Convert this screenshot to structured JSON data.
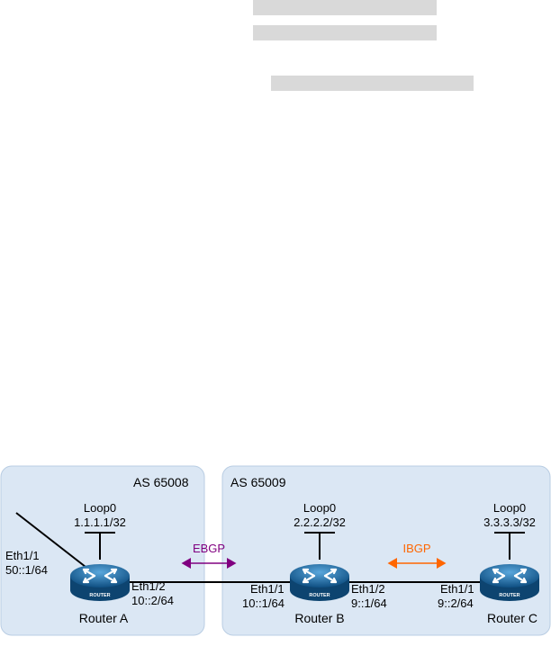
{
  "colors": {
    "as_fill": "#dbe7f4",
    "as_stroke": "#b9cde3",
    "ebgp": "#800080",
    "ibgp": "#ff6600",
    "router_fill": "#1f6fa8",
    "line": "#000000",
    "redaction": "#d9d9d9"
  },
  "diagram": {
    "as_a": {
      "label": "AS 65008"
    },
    "as_b": {
      "label": "AS 65009"
    },
    "routers": {
      "a": {
        "name": "Router A",
        "loop_name": "Loop0",
        "loop_ip": "1.1.1.1/32",
        "badge": "ROUTER"
      },
      "b": {
        "name": "Router B",
        "loop_name": "Loop0",
        "loop_ip": "2.2.2.2/32",
        "badge": "ROUTER"
      },
      "c": {
        "name": "Router C",
        "loop_name": "Loop0",
        "loop_ip": "3.3.3.3/32",
        "badge": "ROUTER"
      }
    },
    "interfaces": {
      "a_eth11_name": "Eth1/1",
      "a_eth11_ip": "50::1/64",
      "a_eth12_name": "Eth1/2",
      "a_eth12_ip": "10::2/64",
      "b_eth11_name": "Eth1/1",
      "b_eth11_ip": "10::1/64",
      "b_eth12_name": "Eth1/2",
      "b_eth12_ip": "9::1/64",
      "c_eth11_name": "Eth1/1",
      "c_eth11_ip": "9::2/64"
    },
    "links": {
      "ebgp": "EBGP",
      "ibgp": "IBGP"
    }
  }
}
